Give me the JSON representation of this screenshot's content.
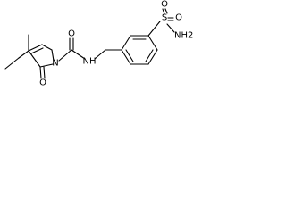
{
  "molecule": {
    "atom_labels": {
      "sulfur": "S",
      "sulfonyl_oxygen_top": "O",
      "sulfonyl_oxygen_bottom": "O",
      "sulfonamide_nitrogen": "NH2",
      "pyrrole_nitrogen": "N",
      "carbonyl_oxygen_ring": "O",
      "carbonyl_oxygen_amide": "O",
      "amide_nitrogen": "NH"
    }
  }
}
